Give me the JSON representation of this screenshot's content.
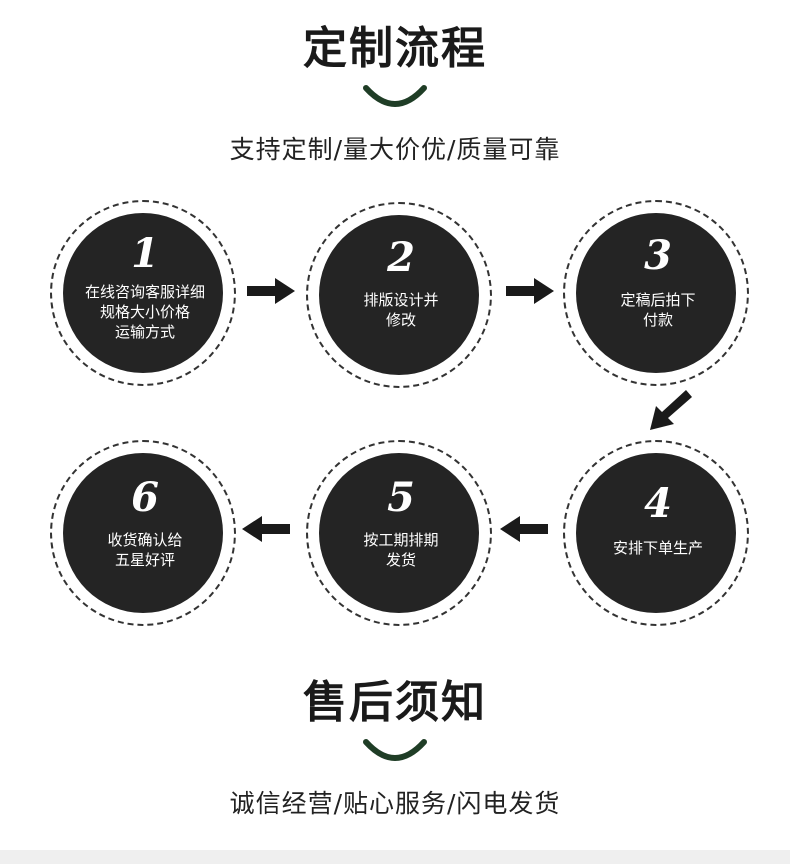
{
  "process": {
    "title": "定制流程",
    "subtitle": "支持定制/量大价优/质量可靠",
    "steps": [
      {
        "number": "1",
        "text": "在线咨询客服详细\n规格大小价格\n运输方式"
      },
      {
        "number": "2",
        "text": "排版设计并\n修改"
      },
      {
        "number": "3",
        "text": "定稿后拍下\n付款"
      },
      {
        "number": "4",
        "text": "安排下单生产"
      },
      {
        "number": "5",
        "text": "按工期排期\n发货"
      },
      {
        "number": "6",
        "text": "收货确认给\n五星好评"
      }
    ]
  },
  "aftersale": {
    "title": "售后须知",
    "subtitle": "诚信经营/贴心服务/闪电发货"
  },
  "colors": {
    "accent": "#1f3d26",
    "disc": "#242424",
    "text": "#1a1a1a"
  }
}
